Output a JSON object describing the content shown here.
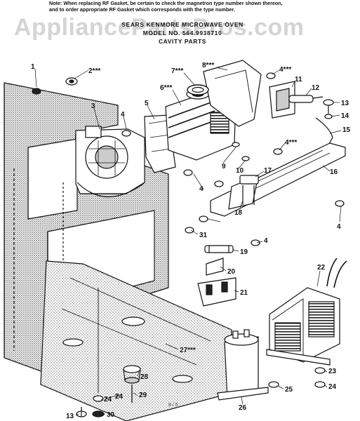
{
  "note": {
    "line1": "Note: When replacing RF Gasket, be certain to check the magnetron type number shown thereon,",
    "line2": "and to order appropriate RF Gasket which corresponds with the type number."
  },
  "watermark": "AppliancePartsPros.com",
  "header": {
    "line1": "SEARS KENMORE MICROWAVE OVEN",
    "line2": "MODEL NO. 564.9938710",
    "line3": "CAVITY PARTS"
  },
  "page_number": "8 / 5",
  "callouts": [
    "1",
    "2***",
    "3",
    "4",
    "5",
    "6***",
    "7***",
    "8***",
    "4***",
    "11",
    "12",
    "13",
    "14",
    "15",
    "4***",
    "16",
    "17",
    "18",
    "4",
    "9",
    "10",
    "4",
    "31",
    "19",
    "4",
    "20",
    "21",
    "22",
    "27***",
    "28",
    "24",
    "29",
    "13",
    "24",
    "30",
    "26",
    "25",
    "23",
    "24"
  ]
}
